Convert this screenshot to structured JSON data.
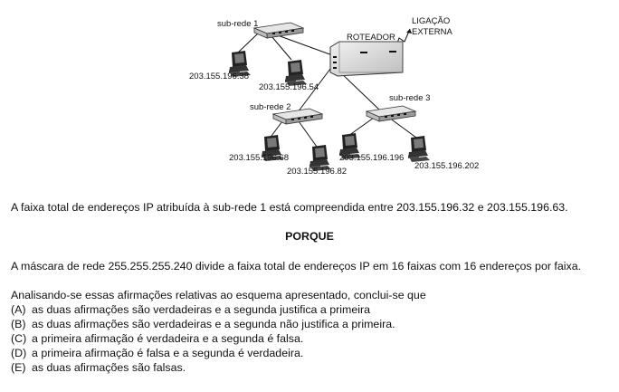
{
  "diagram": {
    "router_label": "ROTEADOR",
    "external_link_label_line1": "LIGAÇÃO",
    "external_link_label_line2": "EXTERNA",
    "subnets": [
      {
        "label": "sub-rede 1",
        "hosts": [
          "203.155.196.38",
          "203.155.196.54"
        ]
      },
      {
        "label": "sub-rede 2",
        "hosts": [
          "203.155.196.68",
          "203.155.196.82"
        ]
      },
      {
        "label": "sub-rede 3",
        "hosts": [
          "203.155.196.196",
          "203.155.196.202"
        ]
      }
    ]
  },
  "assertion_1": "A faixa total de endereços IP atribuída à sub-rede 1 está compreendida entre 203.155.196.32 e 203.155.196.63.",
  "connector": "PORQUE",
  "assertion_2": "A máscara de rede 255.255.255.240 divide a faixa total de endereços IP em 16 faixas com 16 endereços por faixa.",
  "prompt": "Analisando-se essas afirmações relativas ao esquema apresentado, conclui-se que",
  "options": [
    {
      "letter": "(A)",
      "text": "as duas afirmações são verdadeiras e a segunda justifica a primeira"
    },
    {
      "letter": "(B)",
      "text": "as duas afirmações são verdadeiras e a segunda não justifica a primeira."
    },
    {
      "letter": "(C)",
      "text": "a primeira afirmação é verdadeira e a segunda é falsa."
    },
    {
      "letter": "(D)",
      "text": "a primeira afirmação é falsa e a segunda é verdadeira."
    },
    {
      "letter": "(E)",
      "text": "as duas afirmações são falsas."
    }
  ]
}
